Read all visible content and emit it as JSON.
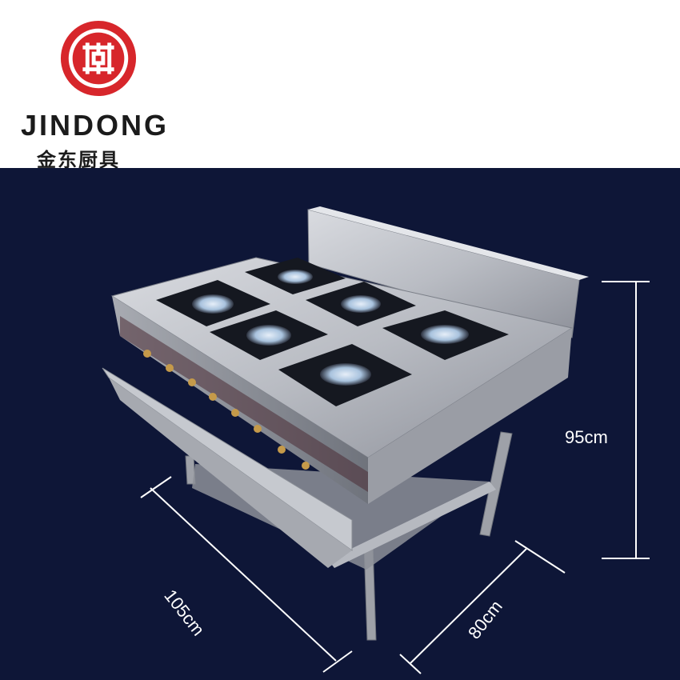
{
  "brand": {
    "name": "JINDONG",
    "name_cn": "金东厨具",
    "logo": "jindong-seal-logo",
    "colors": {
      "logo_red": "#d7262b",
      "text": "#1b1b1b"
    }
  },
  "photo": {
    "background": "#0e1637",
    "subject": "stainless-steel-six-burner-gas-range",
    "burner_count": 6
  },
  "dimensions": {
    "height": "95cm",
    "width": "105cm",
    "depth": "80cm"
  }
}
